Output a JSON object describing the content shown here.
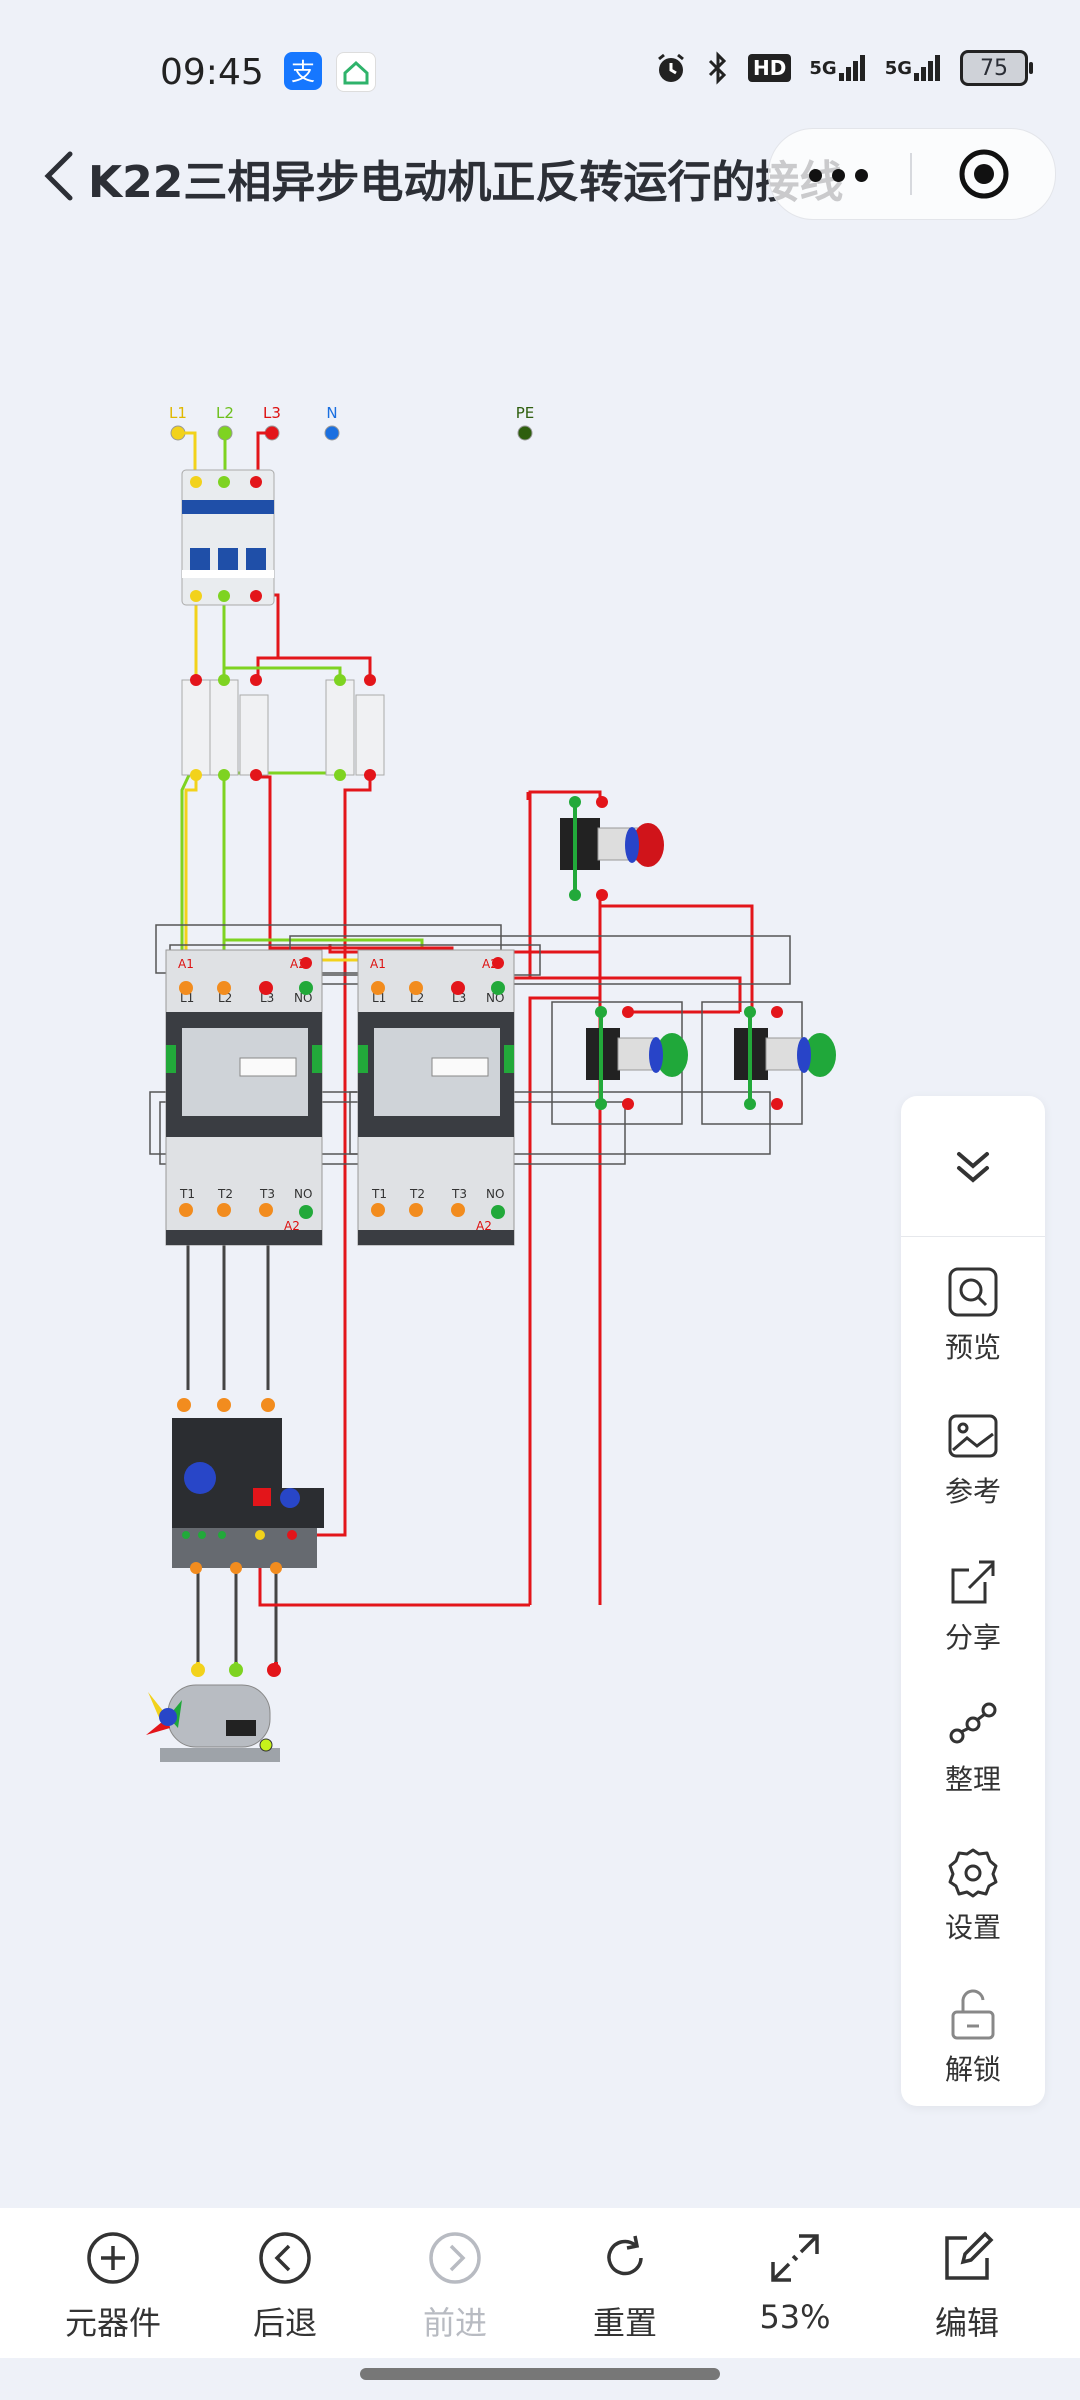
{
  "status_bar": {
    "time": "09:45",
    "hd_label": "HD",
    "net1": "5G",
    "net2": "5G",
    "battery": "75",
    "icons": [
      "alipay-icon",
      "home-app-icon",
      "alarm-icon",
      "bluetooth-icon",
      "hd-icon",
      "signal-icon",
      "signal-icon",
      "battery-icon"
    ]
  },
  "header": {
    "title": "K22三相异步电动机正反转运行的接线",
    "back_icon": "chevron-left-icon",
    "more_icon": "more-dots-icon",
    "target_icon": "target-icon"
  },
  "circuit": {
    "terminals": [
      "L1",
      "L2",
      "L3",
      "N",
      "PE"
    ],
    "contactor_top_labels": [
      "A1",
      "A2",
      "L1",
      "L2",
      "L3",
      "NO"
    ],
    "contactor_bottom_labels": [
      "T1",
      "T2",
      "T3",
      "NO",
      "A2"
    ],
    "colors": {
      "L1": "#f2d21b",
      "L2": "#7ed321",
      "L3": "#e3151a",
      "N": "#1a6fe0",
      "PE": "#2e5e0e",
      "wire_red": "#e3151a",
      "wire_dark": "#444444"
    }
  },
  "side_panel": {
    "collapse_icon": "chevrons-down-icon",
    "items": [
      {
        "label": "预览",
        "icon": "search-icon"
      },
      {
        "label": "参考",
        "icon": "image-icon"
      },
      {
        "label": "分享",
        "icon": "share-icon"
      },
      {
        "label": "整理",
        "icon": "nodes-icon"
      },
      {
        "label": "设置",
        "icon": "gear-icon"
      },
      {
        "label": "解锁",
        "icon": "unlock-icon"
      }
    ]
  },
  "bottom_bar": {
    "items": [
      {
        "label": "元器件",
        "icon": "plus-circle-icon",
        "enabled": true
      },
      {
        "label": "后退",
        "icon": "back-circle-icon",
        "enabled": true
      },
      {
        "label": "前进",
        "icon": "forward-circle-icon",
        "enabled": false
      },
      {
        "label": "重置",
        "icon": "reset-icon",
        "enabled": true
      },
      {
        "label": "53%",
        "icon": "zoom-icon",
        "enabled": true
      },
      {
        "label": "编辑",
        "icon": "edit-icon",
        "enabled": true
      }
    ]
  }
}
